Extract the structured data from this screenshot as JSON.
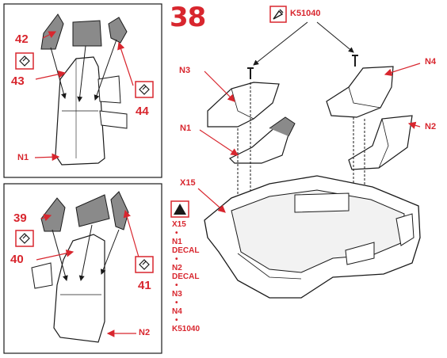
{
  "step_number": "38",
  "top_panel": {
    "labels": {
      "decal_42": "42",
      "decal_43": "43",
      "decal_44": "44",
      "part": "N1"
    }
  },
  "bottom_panel": {
    "labels": {
      "decal_39": "39",
      "decal_40": "40",
      "decal_41": "41",
      "part": "N2"
    }
  },
  "main": {
    "labels": {
      "screw": "K51040",
      "n3": "N3",
      "n4": "N4",
      "n1": "N1",
      "n2": "N2",
      "x15": "X15"
    }
  },
  "legend": {
    "items": [
      "X15",
      "•",
      "N1",
      "DECAL",
      "•",
      "N2",
      "DECAL",
      "•",
      "N3",
      "•",
      "N4",
      "•",
      "K51040"
    ]
  },
  "colors": {
    "accent": "#d8262e",
    "line": "#1a1a1a",
    "shade": "#8a8a8a"
  }
}
